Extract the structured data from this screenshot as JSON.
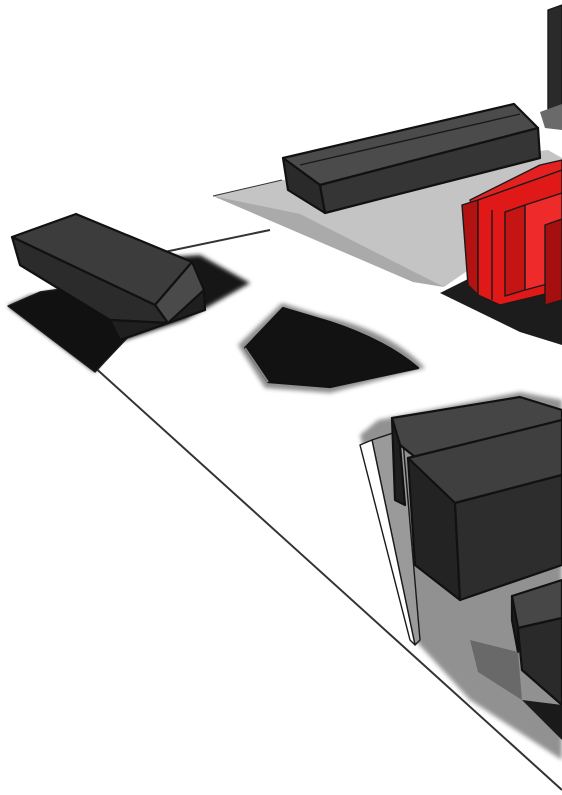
{
  "scene": {
    "kind": "massing-model-sketch",
    "background": "#ffffff",
    "colors": {
      "highlight_building": "#e01818",
      "highlight_dark": "#9c0d0d",
      "building_top": "#4a4a4a",
      "building_side": "#262626",
      "building_dark": "#141414",
      "plot_light": "#bdbdbd",
      "plot_mid": "#8f8f8f",
      "plot_dark": "#1a1a1a"
    },
    "elements": [
      "site-boundary-line",
      "far-right-tower",
      "long-bar-building",
      "red-highlight-building",
      "left-wing-building",
      "half-round-pavilion",
      "foreground-block-building"
    ]
  }
}
